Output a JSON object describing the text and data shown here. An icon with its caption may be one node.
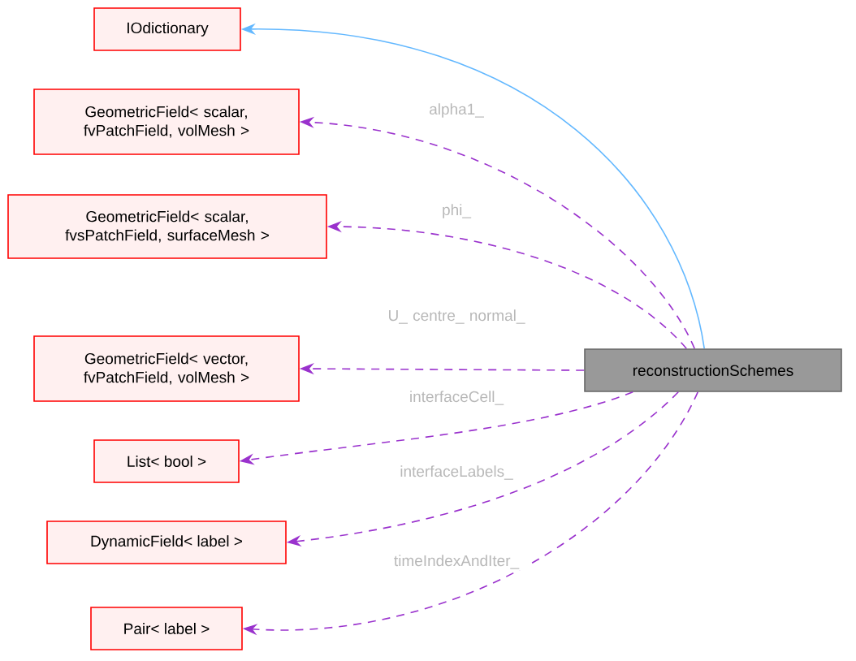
{
  "diagram": {
    "nodes": [
      {
        "text": [
          "IOdictionary"
        ]
      },
      {
        "text": [
          "GeometricField< scalar, fvPatchField, volMesh >"
        ]
      },
      {
        "text": [
          "GeometricField< scalar, fvsPatchField, surfaceMesh >"
        ]
      },
      {
        "text": [
          "GeometricField< vector, fvPatchField, volMesh >"
        ]
      },
      {
        "text": [
          "List< bool >"
        ]
      },
      {
        "text": [
          "DynamicField< label >"
        ]
      },
      {
        "text": [
          "Pair< label >"
        ]
      },
      {
        "text": [
          "reconstructionSchemes"
        ]
      }
    ],
    "edges": [
      {
        "from": 7,
        "to": 0,
        "arrow": "to",
        "color": "#63b8ff"
      },
      {
        "from": 7,
        "to": 1,
        "arrow": "to",
        "style": "dashed",
        "label": "alpha1_"
      },
      {
        "from": 7,
        "to": 2,
        "arrow": "to",
        "style": "dashed",
        "label": "phi_"
      },
      {
        "from": 7,
        "to": 3,
        "arrow": "to",
        "style": "dashed",
        "label": "U_ centre_ normal_"
      },
      {
        "from": 7,
        "to": 4,
        "arrow": "to",
        "style": "dashed",
        "label": "interfaceCell_"
      },
      {
        "from": 7,
        "to": 5,
        "arrow": "to",
        "style": "dashed",
        "label": "interfaceLabels_"
      },
      {
        "from": 7,
        "to": 6,
        "arrow": "to",
        "style": "dashed",
        "label": "timeIndexAndIter_"
      }
    ]
  }
}
